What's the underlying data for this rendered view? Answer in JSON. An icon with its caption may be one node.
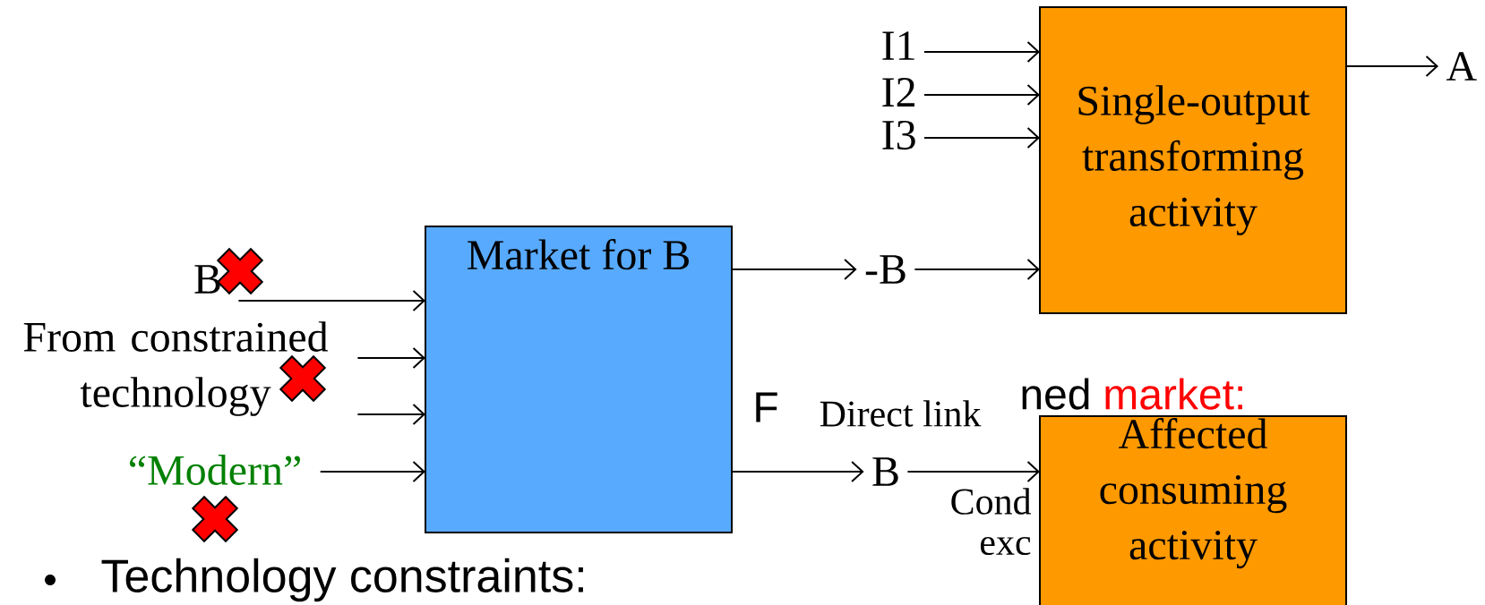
{
  "diagram": {
    "nodes": [
      {
        "text": [
          "Market for B"
        ]
      },
      {
        "text": [
          "Single-output transforming activity"
        ]
      },
      {
        "text": [
          "Affected consuming activity"
        ]
      },
      {
        "text": [
          "B"
        ]
      },
      {
        "text": [
          "From constrained technology"
        ]
      },
      {
        "text": [
          "“Modern”"
        ]
      },
      {
        "text": [
          "-B"
        ]
      },
      {
        "text": [
          "B"
        ]
      },
      {
        "text": [
          "I1"
        ]
      },
      {
        "text": [
          "I2"
        ]
      },
      {
        "text": [
          "I3"
        ]
      },
      {
        "text": [
          "A"
        ]
      }
    ],
    "edges": [
      {
        "from": 3,
        "to": 0,
        "arrow": "to"
      },
      {
        "from": 4,
        "to": 0,
        "arrow": "to"
      },
      {
        "from": 4,
        "to": 0,
        "arrow": "to"
      },
      {
        "from": 5,
        "to": 0,
        "arrow": "to"
      },
      {
        "from": 0,
        "to": 6,
        "arrow": "to"
      },
      {
        "from": 6,
        "to": 1,
        "arrow": "to"
      },
      {
        "from": 8,
        "to": 1,
        "arrow": "to"
      },
      {
        "from": 9,
        "to": 1,
        "arrow": "to"
      },
      {
        "from": 10,
        "to": 1,
        "arrow": "to"
      },
      {
        "from": 1,
        "to": 11,
        "arrow": "to"
      },
      {
        "from": 0,
        "to": 7,
        "arrow": "to"
      },
      {
        "from": 7,
        "to": 2,
        "arrow": "to"
      }
    ],
    "labels": [
      "F",
      "Direct link",
      "ned",
      "market:",
      "Cond",
      "exc",
      "Technology constraints:"
    ]
  }
}
